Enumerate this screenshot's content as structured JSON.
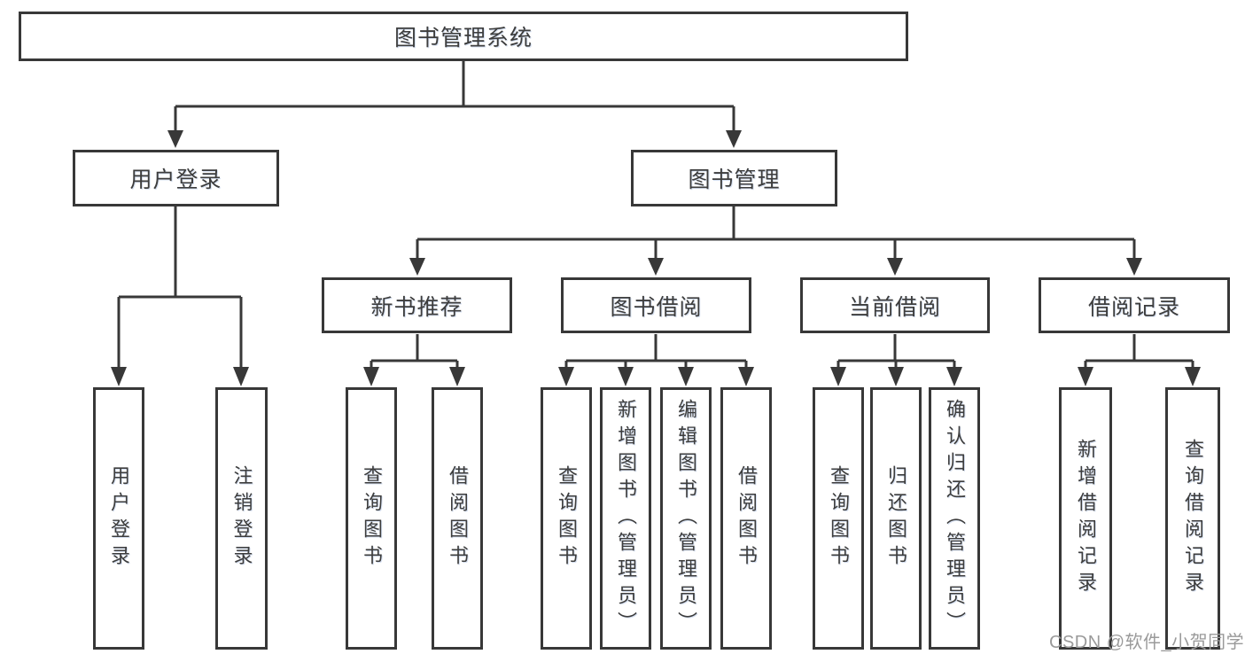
{
  "diagram": {
    "type": "hierarchy",
    "tree": {
      "root": {
        "label": "图书管理系统",
        "children": [
          {
            "label": "用户登录",
            "children": [
              {
                "label": "用户登录"
              },
              {
                "label": "注销登录"
              }
            ]
          },
          {
            "label": "图书管理",
            "children": [
              {
                "label": "新书推荐",
                "children": [
                  {
                    "label": "查询图书"
                  },
                  {
                    "label": "借阅图书"
                  }
                ]
              },
              {
                "label": "图书借阅",
                "children": [
                  {
                    "label": "查询图书"
                  },
                  {
                    "label": "新增图书（管理员）"
                  },
                  {
                    "label": "编辑图书（管理员）"
                  },
                  {
                    "label": "借阅图书"
                  }
                ]
              },
              {
                "label": "当前借阅",
                "children": [
                  {
                    "label": "查询图书"
                  },
                  {
                    "label": "归还图书"
                  },
                  {
                    "label": "确认归还（管理员）"
                  }
                ]
              },
              {
                "label": "借阅记录",
                "children": [
                  {
                    "label": "新增借阅记录"
                  },
                  {
                    "label": "查询借阅记录"
                  }
                ]
              }
            ]
          }
        ]
      }
    },
    "colors": {
      "line": "#383838",
      "box_border": "#383838",
      "text": "#3d3d3d",
      "background": "#ffffff",
      "watermark": "#9a9a9a"
    }
  },
  "watermark": {
    "text": "CSDN @软件_小贺同学"
  }
}
